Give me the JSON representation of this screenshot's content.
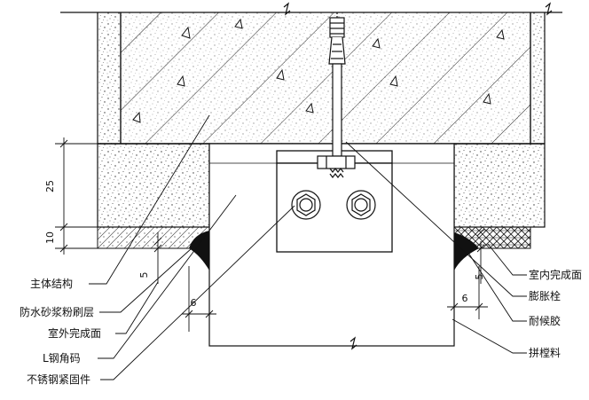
{
  "labels": {
    "main_structure": "主体结构",
    "waterproof_mortar": "防水砂浆粉刷层",
    "exterior_finish": "室外完成面",
    "l_angle": "L钢角码",
    "ss_fastener": "不锈钢紧固件",
    "interior_finish": "室内完成面",
    "expansion_bolt": "膨胀栓",
    "sealant": "耐候胶",
    "splice_material": "拼樘料"
  },
  "dimensions": {
    "d25": "25",
    "d10": "10",
    "d5_left": "5",
    "d6_left": "6",
    "d5_right": "5",
    "d6_right": "6"
  },
  "colors": {
    "line": "#111111",
    "background": "#ffffff"
  }
}
